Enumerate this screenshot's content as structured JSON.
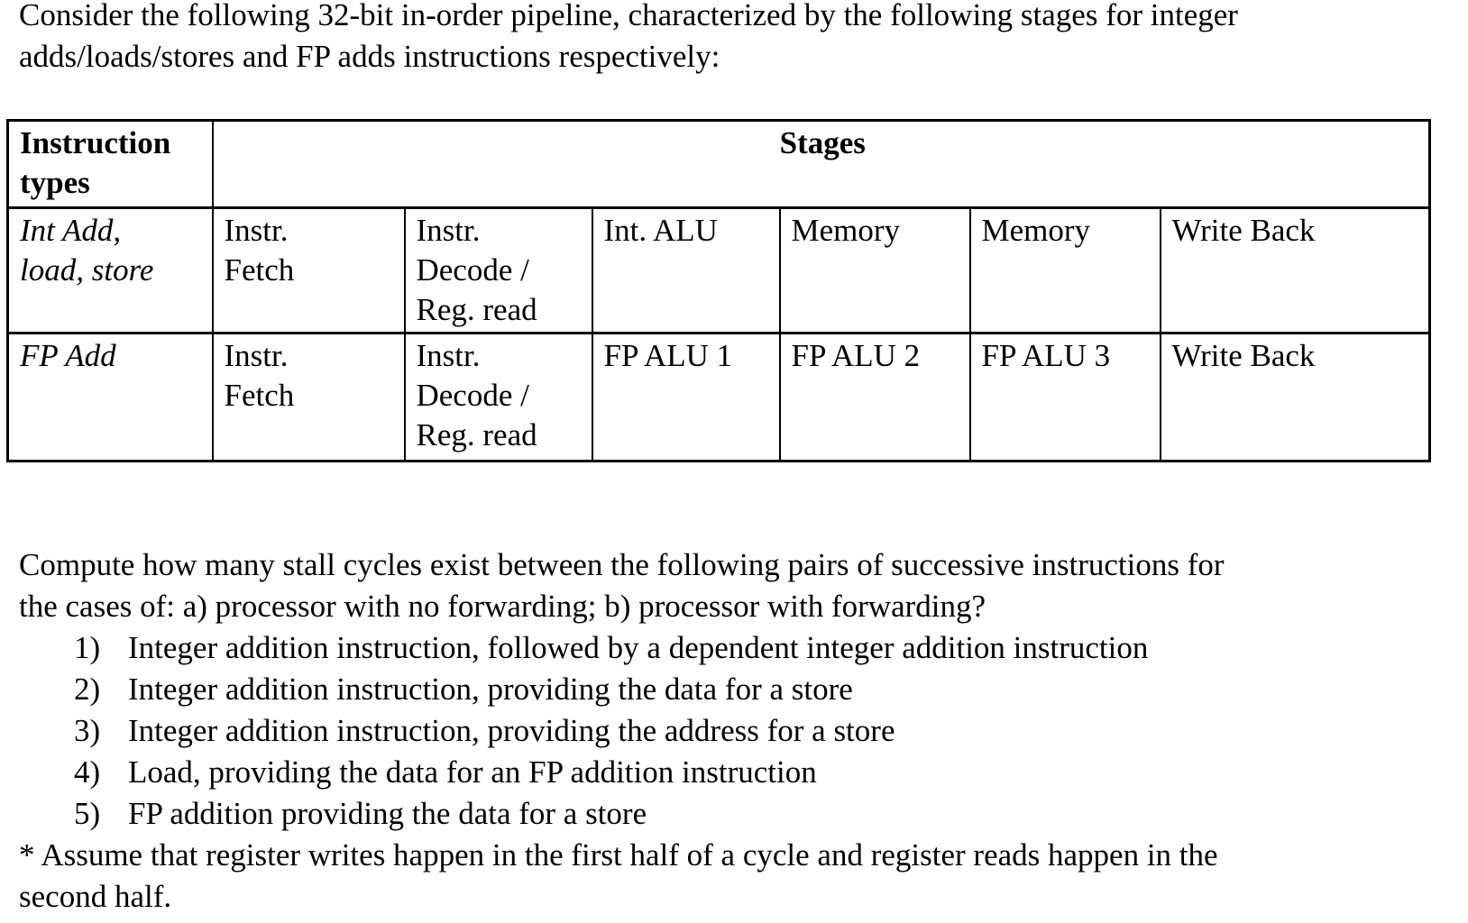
{
  "intro": {
    "line1": "Consider the following 32-bit in-order pipeline, characterized by the following stages for integer",
    "line2": "adds/loads/stores and FP adds instructions respectively:"
  },
  "pipeline_table": {
    "header": {
      "instruction_types_lines": [
        "Instruction",
        "types"
      ],
      "stages_label": "Stages"
    },
    "rows": [
      {
        "type_lines": [
          "Int Add,",
          "load, store"
        ],
        "stage_cells": [
          [
            "Instr.",
            "Fetch"
          ],
          [
            "Instr.",
            "Decode /",
            "Reg. read"
          ],
          [
            "Int. ALU"
          ],
          [
            "Memory"
          ],
          [
            "Memory"
          ],
          [
            "Write Back"
          ]
        ]
      },
      {
        "type_lines": [
          "FP Add"
        ],
        "stage_cells": [
          [
            "Instr.",
            "Fetch"
          ],
          [
            "Instr.",
            "Decode /",
            "Reg. read"
          ],
          [
            "FP ALU 1"
          ],
          [
            "FP ALU 2"
          ],
          [
            "FP ALU 3"
          ],
          [
            "Write Back"
          ]
        ]
      }
    ]
  },
  "question": {
    "line1": "Compute how many stall cycles exist between the following pairs of successive instructions for",
    "line2": "the cases of: a) processor with no forwarding; b) processor with forwarding?",
    "items": [
      {
        "num": "1)",
        "text": "Integer addition instruction, followed by a dependent integer addition instruction"
      },
      {
        "num": "2)",
        "text": "Integer addition instruction, providing the data for a store"
      },
      {
        "num": "3)",
        "text": "Integer addition instruction, providing the address for a store"
      },
      {
        "num": "4)",
        "text": "Load, providing the data for an FP addition instruction"
      },
      {
        "num": "5)",
        "text": "FP addition providing the data for a store"
      }
    ]
  },
  "footnote": {
    "line1": "* Assume that register writes happen in the first half of a cycle and register reads happen in the",
    "line2": "second half."
  }
}
